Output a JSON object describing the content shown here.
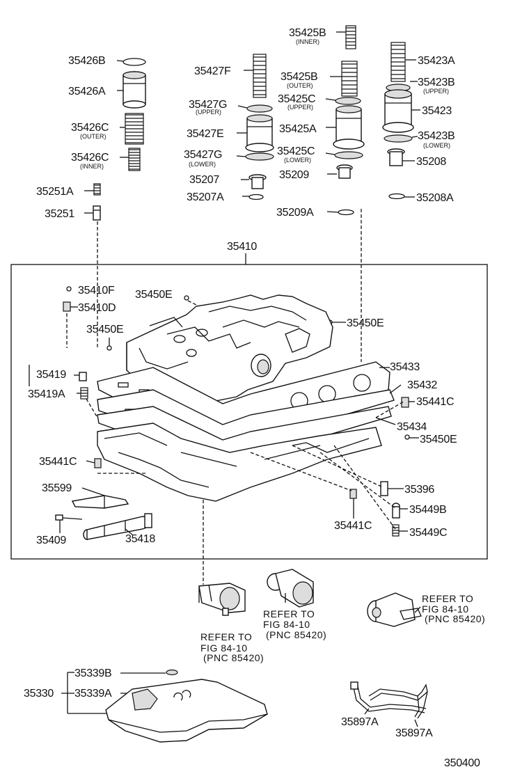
{
  "diagram_id": "350400",
  "labels": {
    "p35426B": "35426B",
    "p35426A": "35426A",
    "p35426C_outer": "35426C",
    "sub_outer_1": "(OUTER)",
    "p35426C_inner": "35426C",
    "sub_inner_1": "(INNER)",
    "p35251A": "35251A",
    "p35251": "35251",
    "p35427F": "35427F",
    "p35427G_upper": "35427G",
    "sub_upper_1": "(UPPER)",
    "p35427E": "35427E",
    "p35427G_lower": "35427G",
    "sub_lower_1": "(LOWER)",
    "p35207": "35207",
    "p35207A": "35207A",
    "p35425B_inner": "35425B",
    "sub_inner_2": "(INNER)",
    "p35425B_outer": "35425B",
    "sub_outer_2": "(OUTER)",
    "p35425C_upper": "35425C",
    "sub_upper_2": "(UPPER)",
    "p35425A": "35425A",
    "p35425C_lower": "35425C",
    "sub_lower_2": "(LOWER)",
    "p35209": "35209",
    "p35209A": "35209A",
    "p35423A": "35423A",
    "p35423B_upper": "35423B",
    "sub_upper_3": "(UPPER)",
    "p35423": "35423",
    "p35423B_lower": "35423B",
    "sub_lower_3": "(LOWER)",
    "p35208": "35208",
    "p35208A": "35208A",
    "p35410": "35410",
    "p35410F": "35410F",
    "p35410D": "35410D",
    "p35450E_1": "35450E",
    "p35450E_2": "35450E",
    "p35450E_3": "35450E",
    "p35450E_4": "35450E",
    "p35419": "35419",
    "p35419A": "35419A",
    "p35433": "35433",
    "p35432": "35432",
    "p35441C_1": "35441C",
    "p35434": "35434",
    "p35441C_2": "35441C",
    "p35396": "35396",
    "p35449B": "35449B",
    "p35441C_3": "35441C",
    "p35449C": "35449C",
    "p35599": "35599",
    "p35409": "35409",
    "p35418": "35418",
    "p35339B": "35339B",
    "p35330": "35330",
    "p35339A": "35339A",
    "p35897A_1": "35897A",
    "p35897A_2": "35897A"
  },
  "references": {
    "ref1": [
      "REFER TO",
      "FIG 84-10",
      "(PNC 85420)"
    ],
    "ref2": [
      "REFER TO",
      "FIG 84-10",
      "(PNC 85420)"
    ],
    "ref3": [
      "REFER TO",
      "FIG 84-10",
      "(PNC 85420)"
    ]
  }
}
